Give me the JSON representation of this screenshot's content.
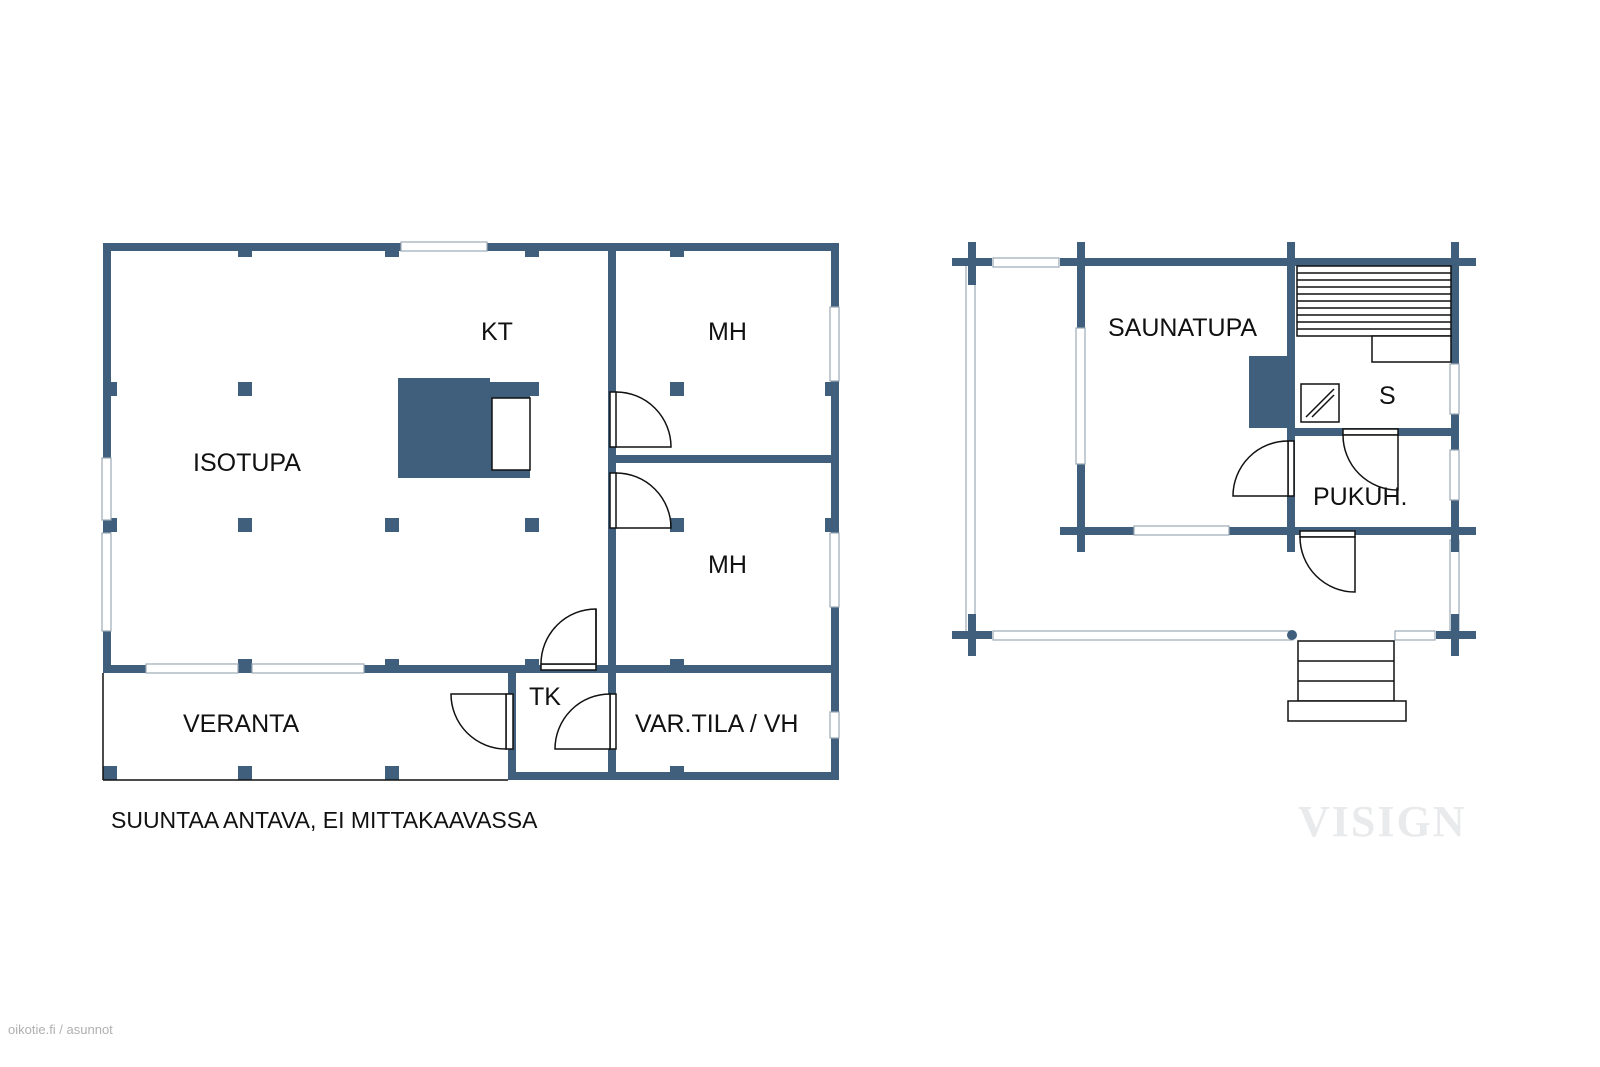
{
  "colors": {
    "wall": "#3f5f7d",
    "window": "#c9d6de",
    "text": "#111111",
    "watermark": "#e9eaec",
    "source": "#b0b0b0"
  },
  "rooms": {
    "isotupa": "ISOTUPA",
    "kt": "KT",
    "mh_top": "MH",
    "mh_bottom": "MH",
    "veranta": "VERANTA",
    "tk": "TK",
    "var_tila": "VAR.TILA / VH",
    "saunatupa": "SAUNATUPA",
    "sauna": "S",
    "pukuh": "PUKUH."
  },
  "note": "SUUNTAA ANTAVA, EI MITTAKAAVASSA",
  "watermark": "VISIGN",
  "source": "oikotie.fi / asunnot"
}
